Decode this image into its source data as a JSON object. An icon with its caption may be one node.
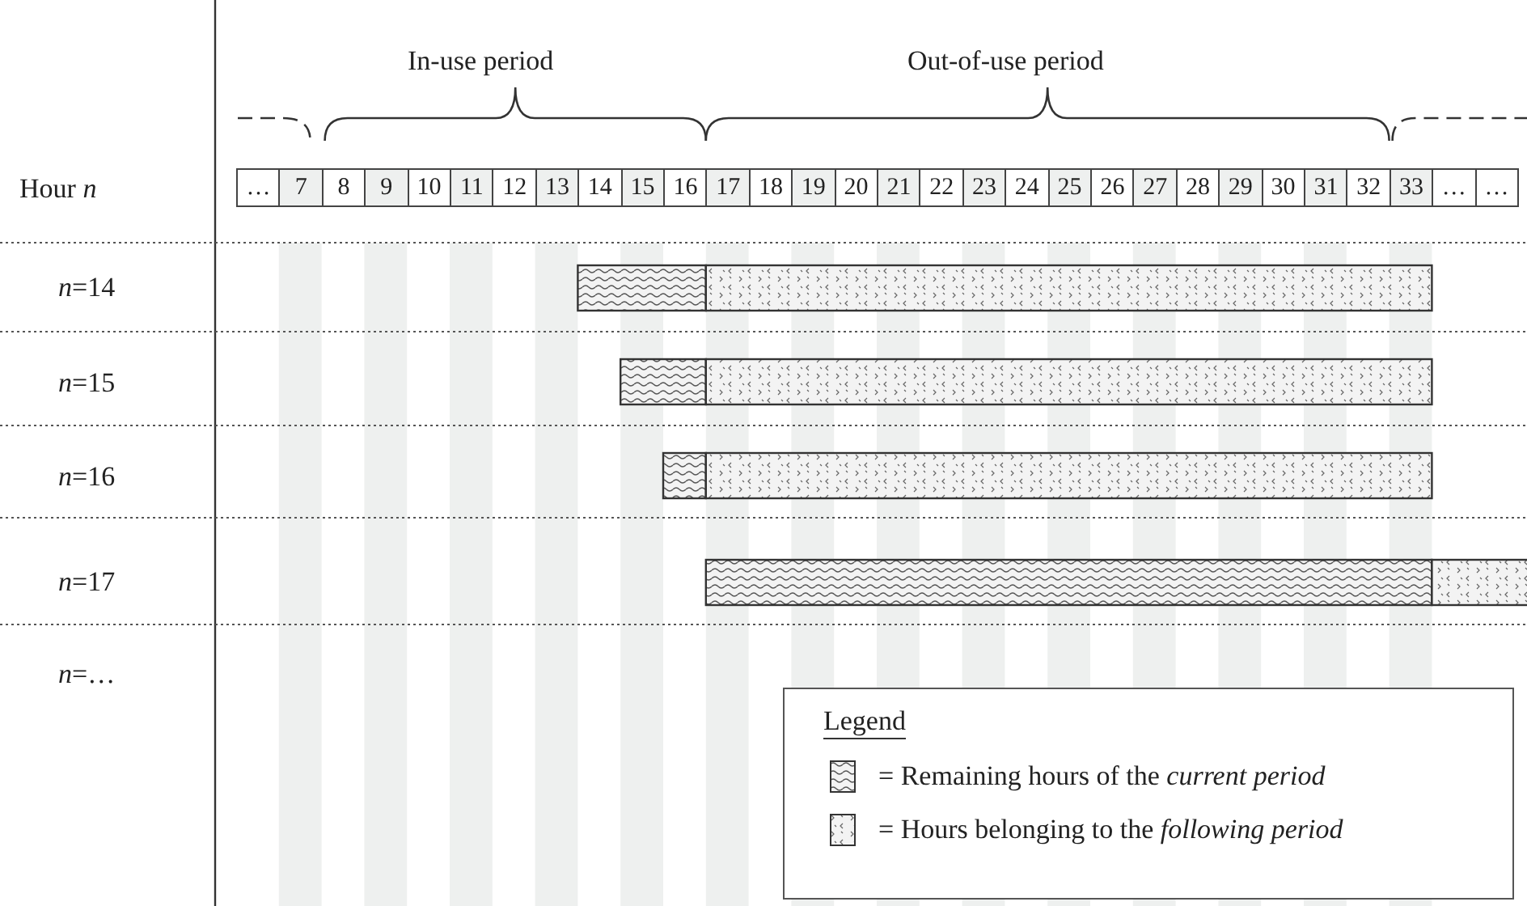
{
  "diagram": {
    "labels": [
      "In-use period",
      "Out-of-use period",
      "Hour *n*",
      "…",
      "7",
      "8",
      "9",
      "10",
      "11",
      "12",
      "13",
      "14",
      "15",
      "16",
      "17",
      "18",
      "19",
      "20",
      "21",
      "22",
      "23",
      "24",
      "25",
      "26",
      "27",
      "28",
      "29",
      "30",
      "31",
      "32",
      "33",
      "…",
      "…",
      "*n*=14",
      "*n*=15",
      "*n*=16",
      "*n*=17",
      "*n*=…",
      "Legend"
    ],
    "legend": [
      {
        "text": "= Remaining hours of the *current period*"
      },
      {
        "text": "= Hours belonging to the *following period*"
      }
    ]
  }
}
